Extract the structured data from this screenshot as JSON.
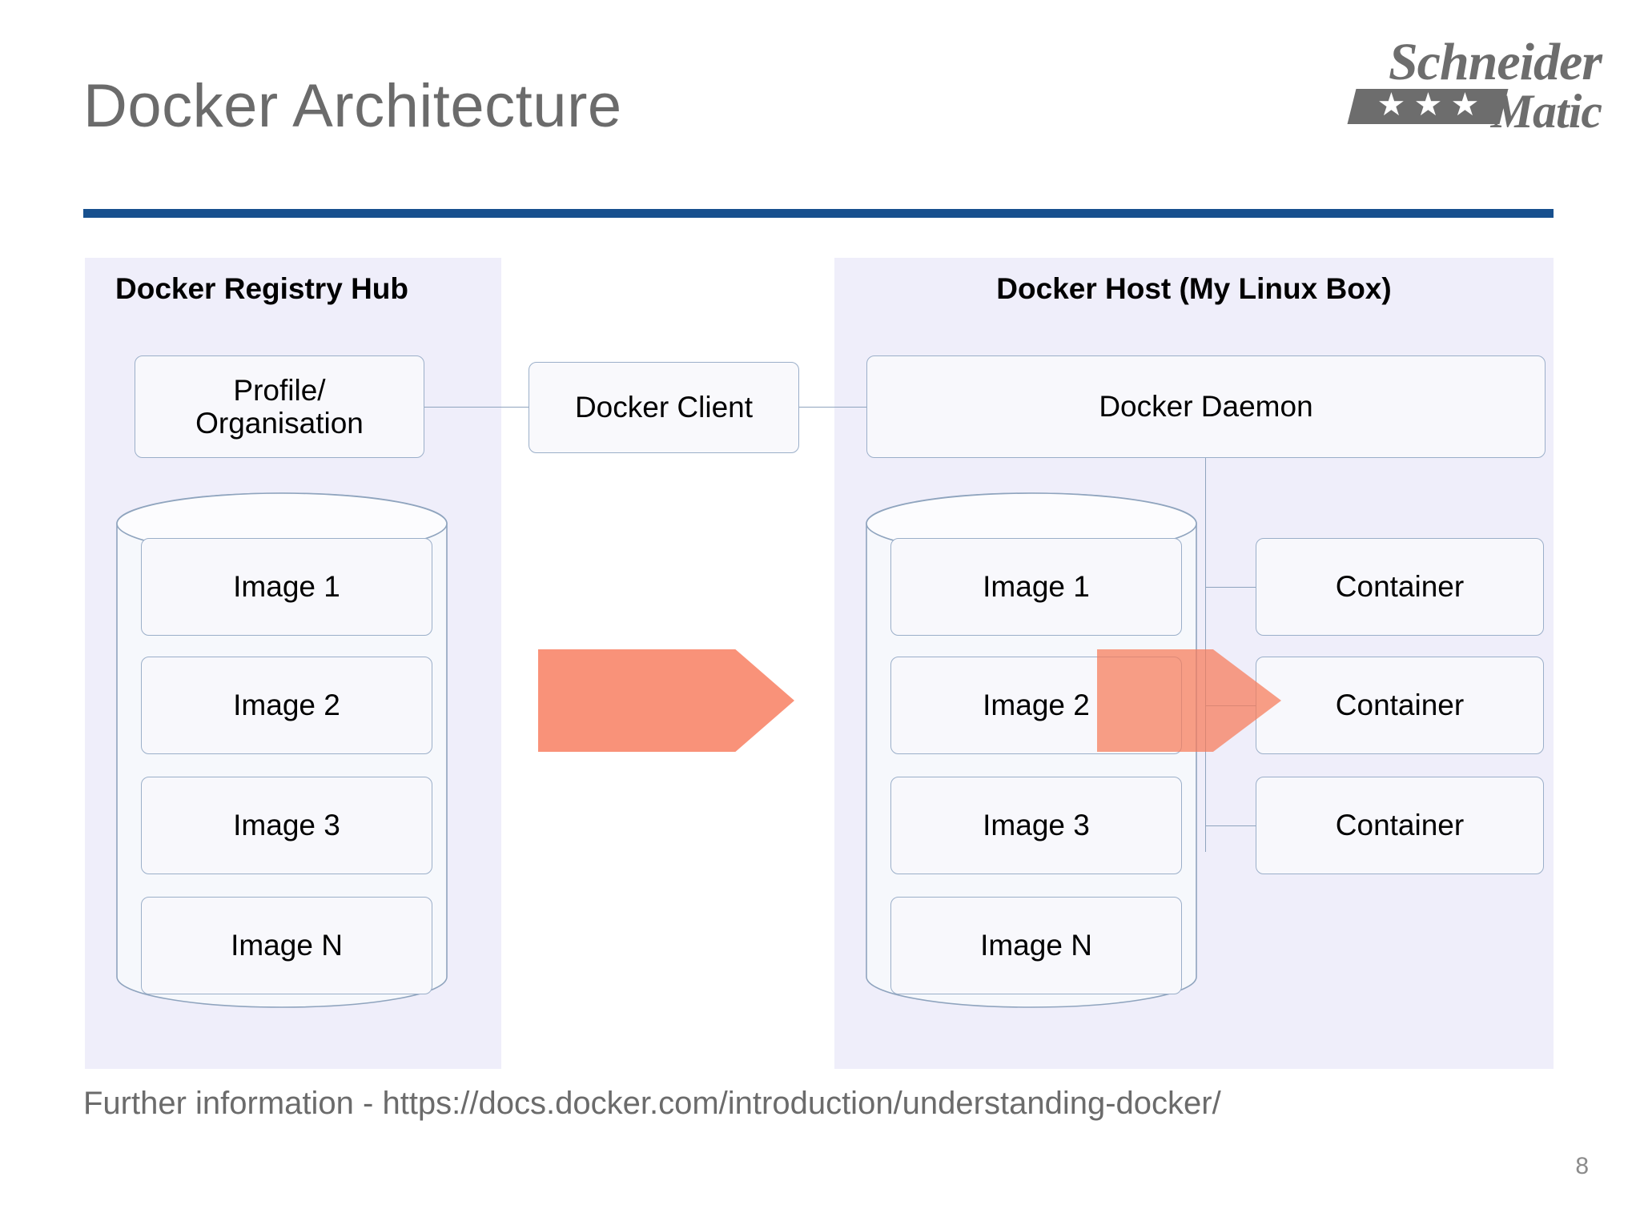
{
  "slide": {
    "title": "Docker Architecture",
    "page_number": "8",
    "footer_note": "Further information - https://docs.docker.com/introduction/understanding-docker/",
    "accent_rule_color": "#17508E",
    "panel_background_color": "#EFEEFA",
    "node_border_color": "#9BAFC9",
    "arrow_color": "#F99279"
  },
  "logo": {
    "word_top": "Schneider",
    "word_bottom": "Matic",
    "stars": [
      "★",
      "★",
      "★"
    ]
  },
  "registry_panel": {
    "title": "Docker Registry Hub",
    "profile_box": "Profile/\nOrganisation",
    "profile_box_line1": "Profile/",
    "profile_box_line2": "Organisation",
    "images": [
      "Image 1",
      "Image 2",
      "Image 3",
      "Image N"
    ]
  },
  "middle": {
    "client_box": "Docker Client"
  },
  "host_panel": {
    "title": "Docker Host (My Linux Box)",
    "daemon_box": "Docker Daemon",
    "images": [
      "Image 1",
      "Image 2",
      "Image 3",
      "Image N"
    ],
    "containers": [
      "Container",
      "Container",
      "Container"
    ]
  }
}
